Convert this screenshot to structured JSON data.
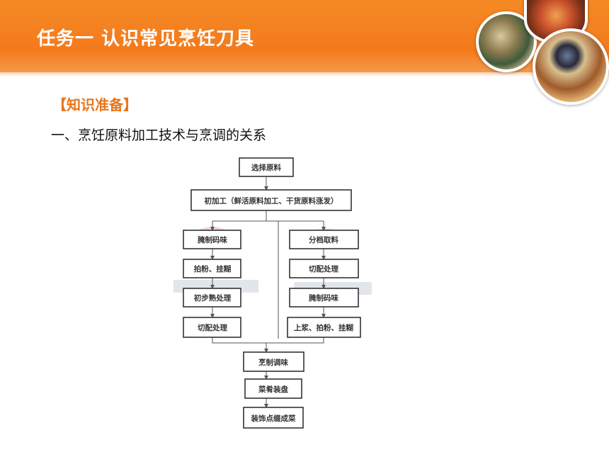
{
  "header": {
    "title": "任务一  认识常见烹饪刀具"
  },
  "content": {
    "section_heading": "【知识准备】",
    "subheading": "一、烹饪原料加工技术与烹调的关系"
  },
  "flowchart": {
    "nodes": {
      "select": "选择原料",
      "initial": "初加工（鲜活原料加工、干货原料涨发）",
      "left_marinate": "腌制码味",
      "left_coat": "拍粉、挂糊",
      "left_preheat": "初步熟处理",
      "left_cut": "切配处理",
      "right_portion": "分档取料",
      "right_cut": "切配处理",
      "right_marinate": "腌制码味",
      "right_coat": "上浆、拍粉、挂糊",
      "cook": "烹制调味",
      "plate": "菜肴装盘",
      "decorate": "装饰点缀成菜"
    }
  },
  "colors": {
    "header_orange": "#f47a1c",
    "heading_orange": "#e8751a"
  }
}
